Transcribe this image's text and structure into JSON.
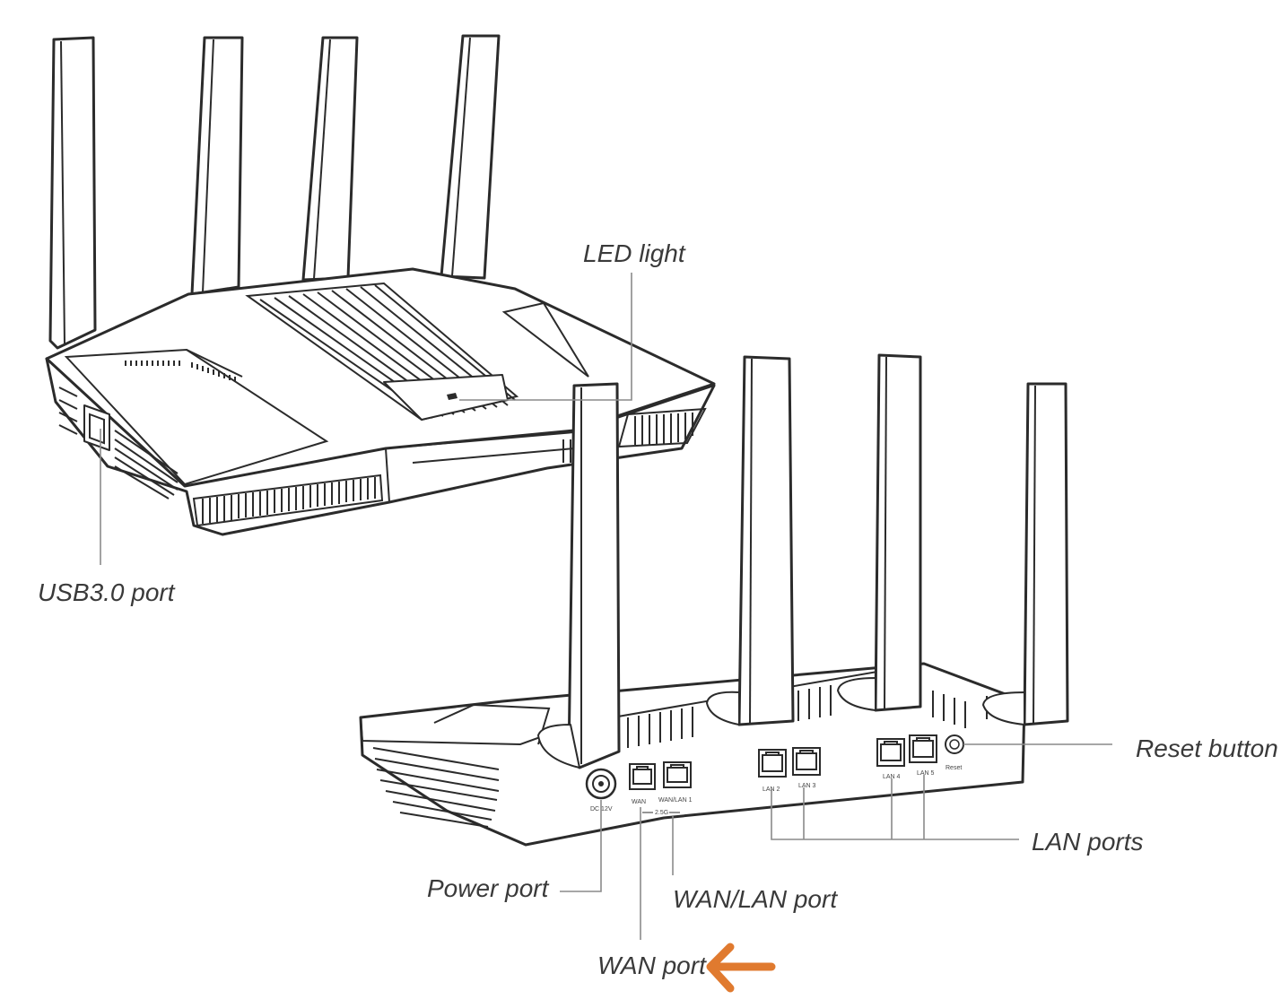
{
  "labels": {
    "led_light": "LED light",
    "usb_port": "USB3.0 port",
    "reset_button": "Reset button",
    "lan_ports": "LAN ports",
    "power_port": "Power port",
    "wan_lan_port": "WAN/LAN port",
    "wan_port": "WAN port"
  },
  "port_labels": {
    "dc": "DC 12V",
    "wan": "WAN",
    "wan_lan1": "WAN/LAN 1",
    "speed": "2.5G",
    "lan2": "LAN 2",
    "lan3": "LAN 3",
    "lan4": "LAN 4",
    "lan5": "LAN 5",
    "reset": "Reset"
  },
  "colors": {
    "outline": "#2b2b2b",
    "leader": "#8a8a8a",
    "label": "#3a3a3a",
    "highlight_arrow": "#e07a2f"
  },
  "icons": {
    "highlight": "arrow-left-icon"
  }
}
